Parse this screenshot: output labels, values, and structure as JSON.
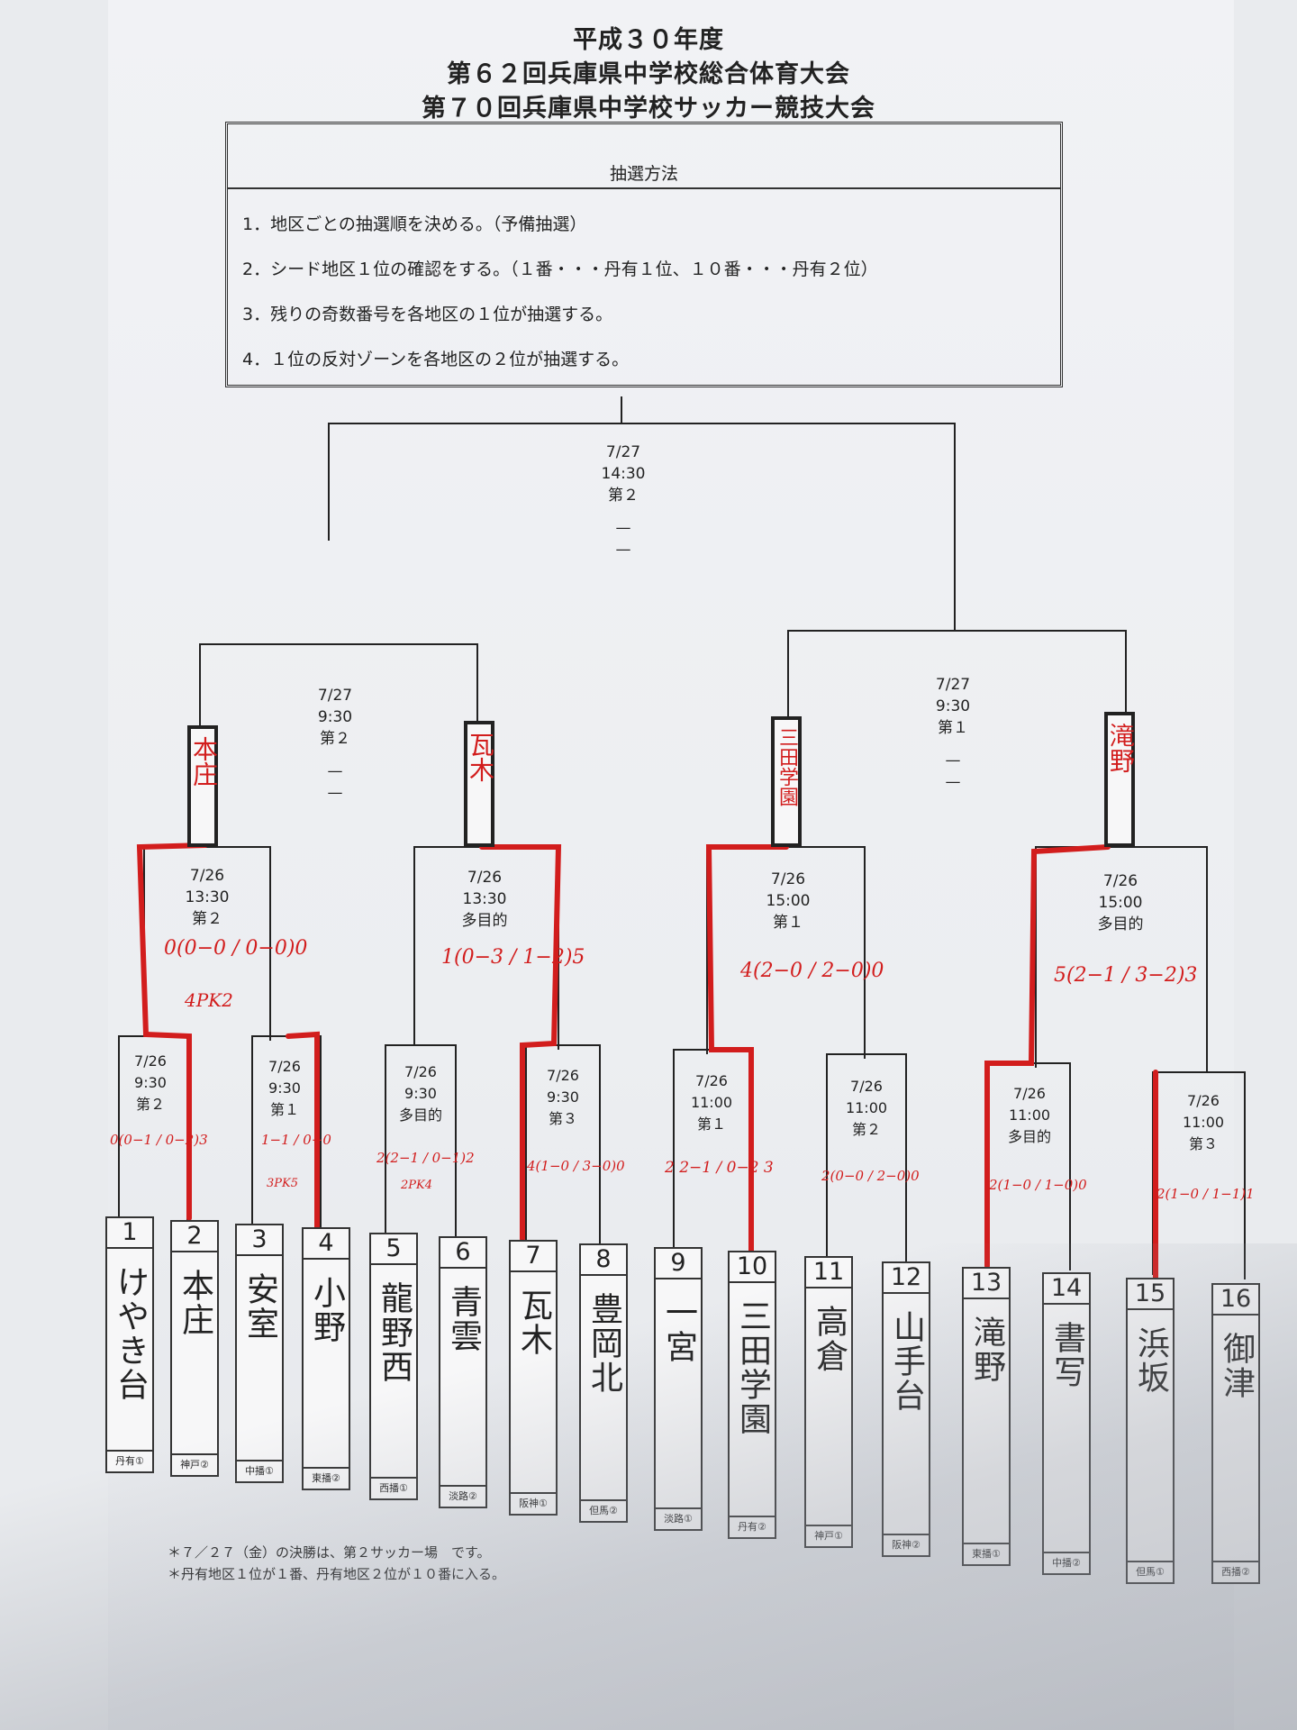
{
  "header": {
    "line1": "平成３０年度",
    "line2": "第６２回兵庫県中学校総合体育大会",
    "line3": "第７０回兵庫県中学校サッカー競技大会"
  },
  "method": {
    "title": "抽選方法",
    "items": [
      "1．地区ごとの抽選順を決める。（予備抽選）",
      "2．シード地区１位の確認をする。（１番・・・丹有１位、１０番・・・丹有２位）",
      "3．残りの奇数番号を各地区の１位が抽選する。",
      "4．１位の反対ゾーンを各地区の２位が抽選する。"
    ]
  },
  "final": {
    "date": "7/27",
    "time": "14:30",
    "venue": "第２",
    "score1": "—",
    "score2": "—"
  },
  "semifinals": [
    {
      "date": "7/27",
      "time": "9:30",
      "venue": "第２",
      "score1": "—",
      "score2": "—"
    },
    {
      "date": "7/27",
      "time": "9:30",
      "venue": "第１",
      "score1": "—",
      "score2": "—"
    }
  ],
  "quarterfinals": [
    {
      "date": "7/26",
      "time": "13:30",
      "venue": "第２",
      "score": "0(0−0 / 0−0)0",
      "extra": "4PK2"
    },
    {
      "date": "7/26",
      "time": "13:30",
      "venue": "多目的",
      "score": "1(0−3 / 1−2)5",
      "extra": ""
    },
    {
      "date": "7/26",
      "time": "15:00",
      "venue": "第１",
      "score": "4(2−0 / 2−0)0",
      "extra": ""
    },
    {
      "date": "7/26",
      "time": "15:00",
      "venue": "多目的",
      "score": "5(2−1 / 3−2)3",
      "extra": ""
    }
  ],
  "round1": [
    {
      "date": "7/26",
      "time": "9:30",
      "venue": "第２",
      "score": "0(0−1 / 0−2)3",
      "extra": ""
    },
    {
      "date": "7/26",
      "time": "9:30",
      "venue": "第１",
      "score": "1−1 / 0−0",
      "extra": "3PK5"
    },
    {
      "date": "7/26",
      "time": "9:30",
      "venue": "多目的",
      "score": "2(2−1 / 0−1)2",
      "extra": "2PK4"
    },
    {
      "date": "7/26",
      "time": "9:30",
      "venue": "第３",
      "score": "4(1−0 / 3−0)0",
      "extra": ""
    },
    {
      "date": "7/26",
      "time": "11:00",
      "venue": "第１",
      "score": "2 2−1 / 0−2 3",
      "extra": ""
    },
    {
      "date": "7/26",
      "time": "11:00",
      "venue": "第２",
      "score": "2(0−0 / 2−0)0",
      "extra": ""
    },
    {
      "date": "7/26",
      "time": "11:00",
      "venue": "多目的",
      "score": "2(1−0 / 1−0)0",
      "extra": ""
    },
    {
      "date": "7/26",
      "time": "11:00",
      "venue": "第３",
      "score": "2(1−0 / 1−1)1",
      "extra": ""
    }
  ],
  "winners_qf": [
    "本庄",
    "瓦木",
    "三田学園",
    "滝野"
  ],
  "teams": [
    {
      "num": "1",
      "name": "けやき台",
      "region": "丹有①"
    },
    {
      "num": "2",
      "name": "本庄",
      "region": "神戸②"
    },
    {
      "num": "3",
      "name": "安室",
      "region": "中播①"
    },
    {
      "num": "4",
      "name": "小野",
      "region": "東播②"
    },
    {
      "num": "5",
      "name": "龍野西",
      "region": "西播①"
    },
    {
      "num": "6",
      "name": "青雲",
      "region": "淡路②"
    },
    {
      "num": "7",
      "name": "瓦木",
      "region": "阪神①"
    },
    {
      "num": "8",
      "name": "豊岡北",
      "region": "但馬②"
    },
    {
      "num": "9",
      "name": "一宮",
      "region": "淡路①"
    },
    {
      "num": "10",
      "name": "三田学園",
      "region": "丹有②"
    },
    {
      "num": "11",
      "name": "高倉",
      "region": "神戸①"
    },
    {
      "num": "12",
      "name": "山手台",
      "region": "阪神②"
    },
    {
      "num": "13",
      "name": "滝野",
      "region": "東播①"
    },
    {
      "num": "14",
      "name": "書写",
      "region": "中播②"
    },
    {
      "num": "15",
      "name": "浜坂",
      "region": "但馬①"
    },
    {
      "num": "16",
      "name": "御津",
      "region": "西播②"
    }
  ],
  "notes": [
    "＊７／２７（金）の決勝は、第２サッカー場　です。",
    "＊丹有地区１位が１番、丹有地区２位が１０番に入る。"
  ],
  "colors": {
    "bracket_line": "#222222",
    "handwriting_red": "#d21d1d"
  }
}
